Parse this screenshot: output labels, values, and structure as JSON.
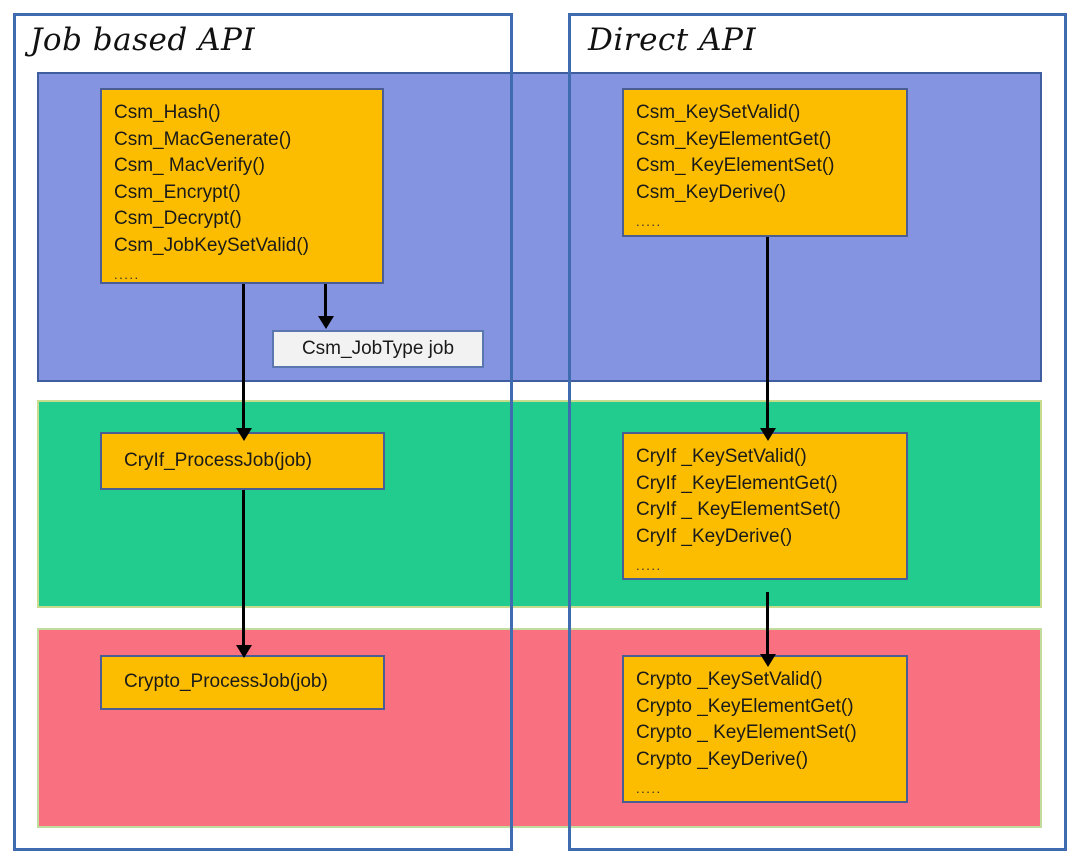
{
  "diagram": {
    "columns": [
      {
        "title": "Job based API"
      },
      {
        "title": "Direct API"
      }
    ],
    "layers": [
      {
        "name": "csm-layer",
        "color": "#8494E0"
      },
      {
        "name": "cryif-layer",
        "color": "#22CC8E"
      },
      {
        "name": "crypto-layer",
        "color": "#F97180"
      }
    ],
    "nodes": {
      "csm_job_api": {
        "lines": [
          "Csm_Hash()",
          "Csm_MacGenerate()",
          "Csm_ MacVerify()",
          "Csm_Encrypt()",
          "Csm_Decrypt()",
          "Csm_JobKeySetValid()"
        ],
        "ellipsis": "....."
      },
      "csm_direct_api": {
        "lines": [
          "Csm_KeySetValid()",
          "Csm_KeyElementGet()",
          "Csm_ KeyElementSet()",
          "Csm_KeyDerive()"
        ],
        "ellipsis": "....."
      },
      "job_type": {
        "label": "Csm_JobType job"
      },
      "cryif_processjob": {
        "label": "CryIf_ProcessJob(job)"
      },
      "cryif_direct_api": {
        "lines": [
          "CryIf _KeySetValid()",
          "CryIf _KeyElementGet()",
          "CryIf _ KeyElementSet()",
          "CryIf _KeyDerive()"
        ],
        "ellipsis": "....."
      },
      "crypto_processjob": {
        "label": "Crypto_ProcessJob(job)"
      },
      "crypto_direct_api": {
        "lines": [
          "Crypto _KeySetValid()",
          "Crypto _KeyElementGet()",
          "Crypto _ KeyElementSet()",
          "Crypto _KeyDerive()"
        ],
        "ellipsis": "....."
      }
    },
    "colors": {
      "node_fill": "#FCBD00",
      "node_border": "#4A5E93",
      "frame_border": "#3F6BB0",
      "plain_fill": "#F2F2F2",
      "connector": "#000000"
    }
  }
}
